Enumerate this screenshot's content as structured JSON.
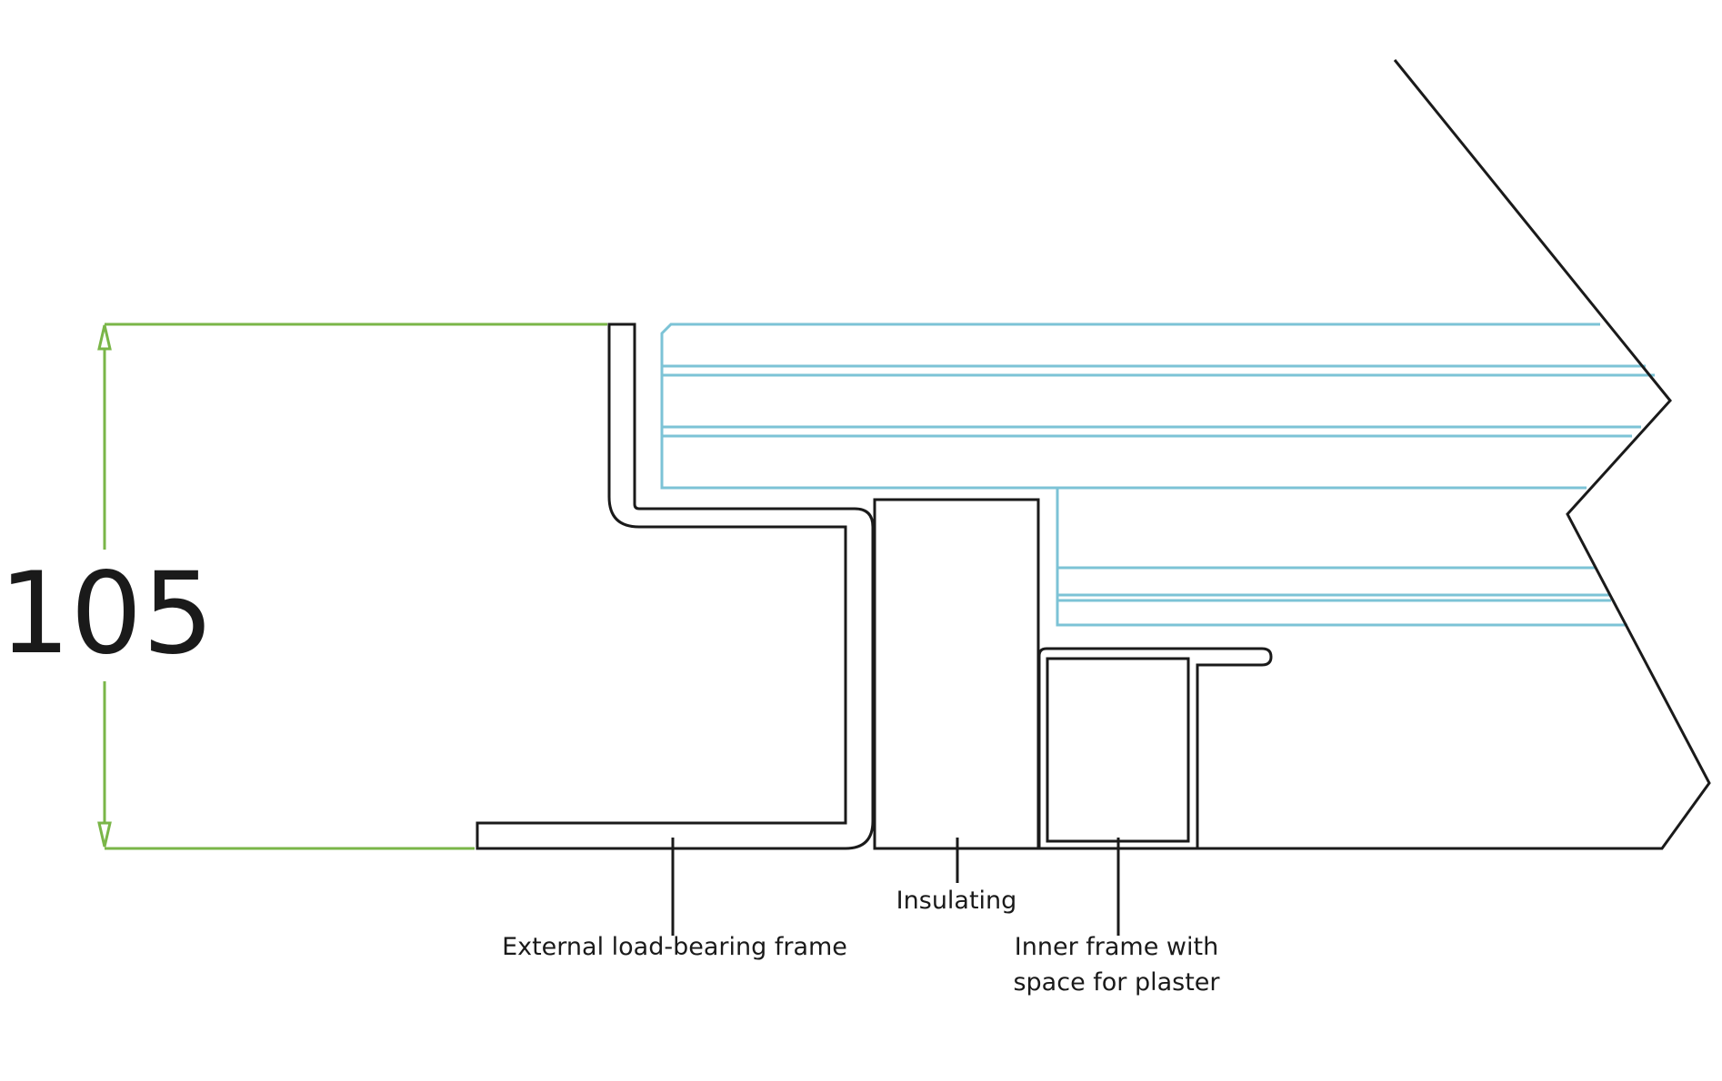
{
  "dimension": {
    "value": "105",
    "color": "#7ab648"
  },
  "labels": {
    "external_frame": "External load-bearing frame",
    "insulating": "Insulating",
    "inner_frame_line1": "Inner frame with",
    "inner_frame_line2": "space for plaster"
  },
  "colors": {
    "profile": "#1a1a1a",
    "glazing": "#7cc3d6",
    "dimension": "#7ab648"
  }
}
